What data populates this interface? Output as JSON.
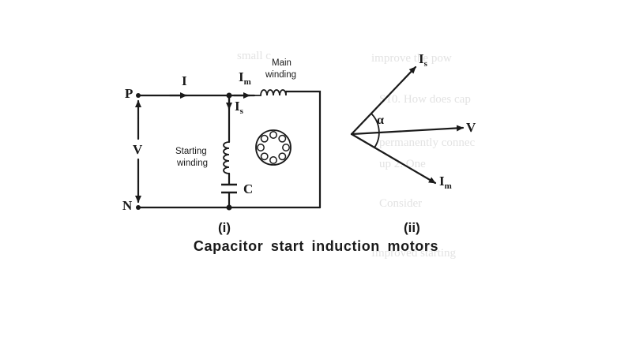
{
  "circuit": {
    "node_p": "P",
    "node_n": "N",
    "current_i": "I",
    "current_im": "m",
    "current_is": "s",
    "current_base": "I",
    "voltage": "V",
    "main_winding": [
      "Main",
      "winding"
    ],
    "starting_winding": [
      "Starting",
      "winding"
    ],
    "capacitor": "C",
    "part_label": "(i)"
  },
  "phasor": {
    "label_is": "s",
    "label_im": "m",
    "label_base": "I",
    "label_v": "V",
    "angle": "α",
    "part_label": "(ii)"
  },
  "caption": "Capacitor  start  induction  motors",
  "colors": {
    "ink": "#1a1a1a",
    "background": "#ffffff",
    "bleed_through": "#e3e3e3"
  }
}
